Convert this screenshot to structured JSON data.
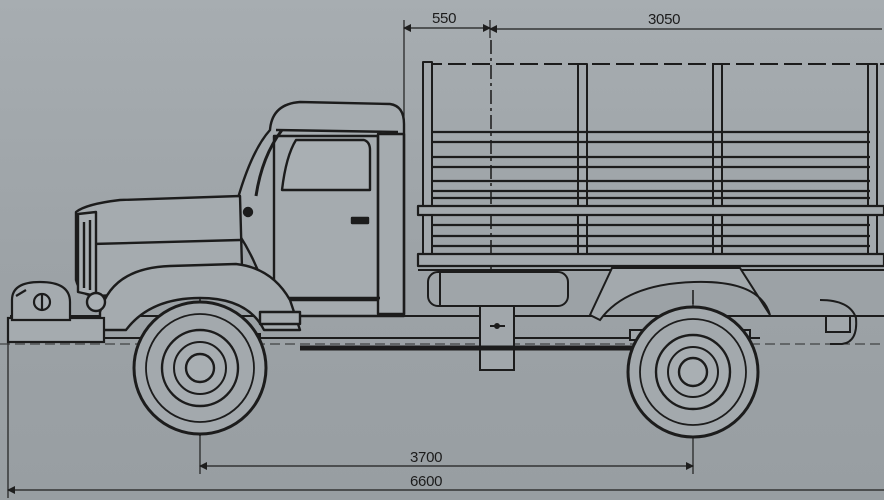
{
  "dimensions": {
    "rear_overhang_offset": "550",
    "cargo_bed_length": "3050",
    "wheelbase": "3700",
    "overall_length": "6600"
  }
}
